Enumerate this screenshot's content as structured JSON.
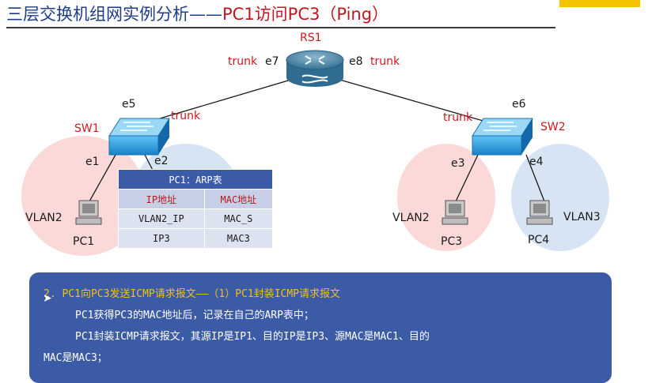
{
  "title": {
    "main": "三层交换机组网实例分析——",
    "highlight": "PC1访问PC3（Ping）"
  },
  "colors": {
    "title": "#1f3c88",
    "accent": "#d0171f",
    "panel": "#3c5ba7",
    "vlan2": "#fbd9d9",
    "vlan3": "#d6e4f3"
  },
  "devices": {
    "router": "RS1",
    "switch1": "SW1",
    "switch2": "SW2",
    "pc1": "PC1",
    "pc3": "PC3",
    "pc4": "PC4"
  },
  "ports": {
    "e7": "e7",
    "e8": "e8",
    "e5": "e5",
    "e6": "e6",
    "e1": "e1",
    "e2": "e2",
    "e3": "e3",
    "e4": "e4"
  },
  "links": {
    "trunk": "trunk"
  },
  "vlans": {
    "vlan2": "VLAN2",
    "vlan3": "VLAN3"
  },
  "arp_table": {
    "title": "PC1：ARP表",
    "headers": [
      "IP地址",
      "MAC地址"
    ],
    "rows": [
      [
        "VLAN2_IP",
        "MAC_S"
      ],
      [
        "IP3",
        "MAC3"
      ]
    ]
  },
  "note": {
    "heading": "2. PC1向PC3发送ICMP请求报文——（1）PC1封装ICMP请求报文",
    "line1": "PC1获得PC3的MAC地址后，记录在自己的ARP表中；",
    "line2": "PC1封装ICMP请求报文，其源IP是IP1、目的IP是IP3、源MAC是MAC1、目的",
    "line3": "MAC是MAC3；"
  }
}
